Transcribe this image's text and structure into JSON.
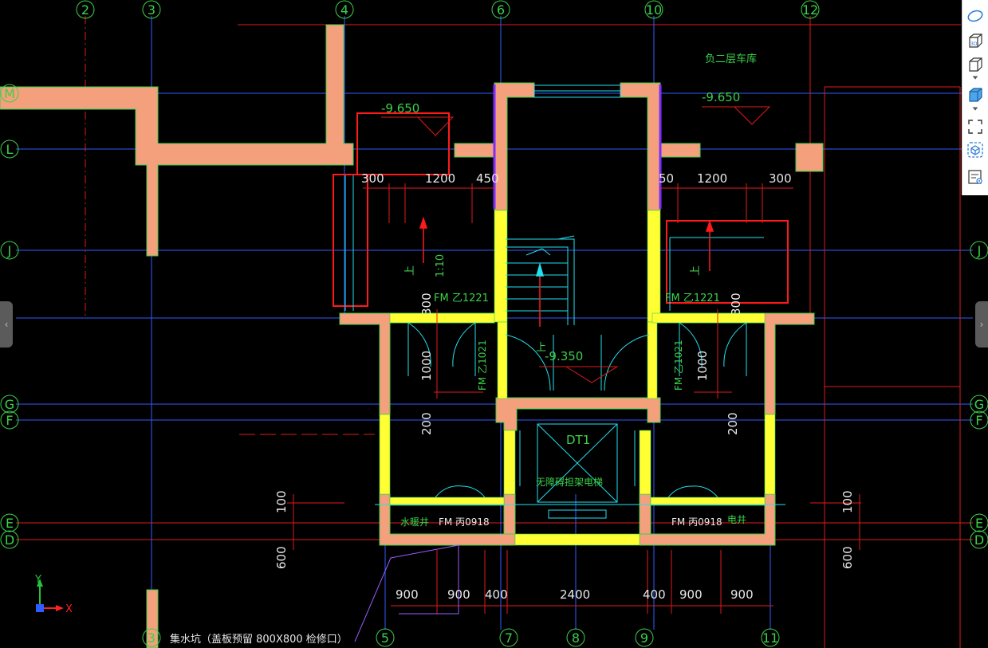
{
  "grid_top": [
    "2",
    "3",
    "4",
    "6",
    "10",
    "12"
  ],
  "grid_bottom": [
    "3",
    "5",
    "7",
    "8",
    "9",
    "11"
  ],
  "grid_left": [
    "M",
    "L",
    "J",
    "G",
    "F",
    "E",
    "D"
  ],
  "grid_right": [
    "J",
    "G",
    "F",
    "E",
    "D"
  ],
  "labels": {
    "garage": "负二层车库",
    "elev_right": "-9.650",
    "elev_left": "-9.650",
    "elev_mid": "-9.350",
    "up_mark": "上",
    "slope": "1:10",
    "door_left_main": "FM 乙1221",
    "door_right_main": "FM 乙1221",
    "door_left_side": "FM 乙1021",
    "door_right_side": "FM 乙1021",
    "door_left_small": "FM 丙0918",
    "door_right_small": "FM 丙0918",
    "shaft_left": "水暖井",
    "shaft_right": "电井",
    "elevator_code": "DT1",
    "elevator_name": "无障碍担架电梯",
    "sump_note": "集水坑（盖板预留  800X800  检修口）"
  },
  "dims": {
    "d300a": "300",
    "d1200a": "1200",
    "d450": "450",
    "d50": "50",
    "d1200b": "1200",
    "d300b": "300",
    "v300a": "300",
    "v300b": "300",
    "v1000a": "1000",
    "v1000b": "1000",
    "v200a": "200",
    "v200b": "200",
    "v100a": "100",
    "v100b": "100",
    "v600a": "600",
    "v600b": "600",
    "b900a": "900",
    "b900b": "900",
    "b400a": "400",
    "b2400": "2400",
    "b400b": "400",
    "b900c": "900",
    "b900d": "900"
  },
  "axes": {
    "y": "Y",
    "x": "X"
  },
  "toolbar": [
    "orbit-icon",
    "view-3d-icon",
    "cube-view-icon",
    "shaded-cube-icon",
    "zoom-extents-icon",
    "view-cube-icon",
    "layer-properties-icon"
  ],
  "colors": {
    "wall": "#f5a07c",
    "fill_yellow": "#ffff33",
    "grid_blue": "#2f5bff",
    "grid_red": "#e01a1a",
    "cyan": "#22e0f0",
    "green": "#3bd14a",
    "purple": "#7b2cff"
  }
}
